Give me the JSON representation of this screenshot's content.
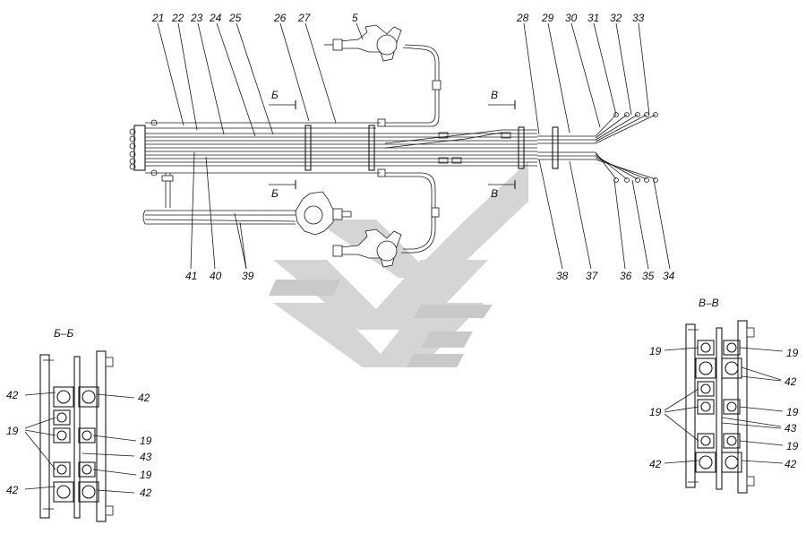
{
  "top_callouts": [
    "21",
    "22",
    "23",
    "24",
    "25",
    "26",
    "27",
    "5",
    "28",
    "29",
    "30",
    "31",
    "32",
    "33"
  ],
  "bottom_callouts": [
    "41",
    "40",
    "39",
    "38",
    "37",
    "36",
    "35",
    "34"
  ],
  "section_markers": {
    "b_top": "Б",
    "b_bottom": "Б",
    "v_top": "В",
    "v_bottom": "В"
  },
  "section_bb": {
    "title": "Б–Б",
    "left_labels": [
      "42",
      "19",
      "42"
    ],
    "right_labels": [
      "42",
      "19",
      "43",
      "19",
      "42"
    ]
  },
  "section_vv": {
    "title": "В–В",
    "left_labels": [
      "19",
      "19",
      "42"
    ],
    "right_labels": [
      "19",
      "42",
      "19",
      "43",
      "19",
      "42"
    ]
  },
  "colors": {
    "line": "#1a1a1a",
    "watermark": "#d5d5d5",
    "background": "#ffffff"
  }
}
